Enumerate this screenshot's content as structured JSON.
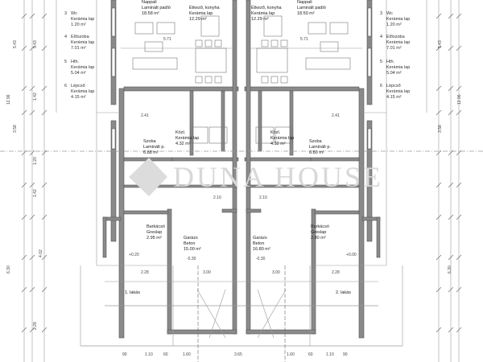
{
  "watermark": "DUNA HOUSE",
  "colors": {
    "wall": "#555555",
    "wall_fill": "#8a8a8a",
    "line": "#9a9a9a",
    "watermark": "#d8d8d8"
  },
  "legend_left": [
    {
      "num": "3",
      "name": "Wc",
      "floor": "Kerámia lap",
      "area": "1.20 m²"
    },
    {
      "num": "4",
      "name": "Előszoba",
      "floor": "Kerámia lap",
      "area": "7.01 m²"
    },
    {
      "num": "5",
      "name": "Hth.",
      "floor": "Kerámia lap",
      "area": "5.04 m²"
    },
    {
      "num": "6",
      "name": "Lépcső",
      "floor": "Kerámia lap",
      "area": "4.15 m²"
    }
  ],
  "legend_right": [
    {
      "num": "3",
      "name": "Wc",
      "floor": "Kerámia lap",
      "area": "1.20 m²"
    },
    {
      "num": "4",
      "name": "Előszoba",
      "floor": "Kerámia lap",
      "area": "7.01 m²"
    },
    {
      "num": "5",
      "name": "Hth.",
      "floor": "Kerámia lap",
      "area": "5.04 m²"
    },
    {
      "num": "6",
      "name": "Lépcső",
      "floor": "Kerámia lap",
      "area": "4.15 m²"
    }
  ],
  "rooms_left": {
    "living": {
      "name": "Nappali",
      "floor": "Laminált padló",
      "area": "18.58 m²"
    },
    "kitchen": {
      "name": "Étkező, konyha",
      "floor": "Kerámia lap",
      "area": "12.29 m²"
    },
    "room": {
      "name": "Szoba",
      "floor": "Laminált p.",
      "area": "6.88 m²"
    },
    "hall": {
      "name": "Közl.",
      "floor": "Kerámia lap",
      "area": "4.32 m²"
    },
    "workshop": {
      "name": "Barkácsó",
      "floor": "Greslap",
      "area": "2.95 m²"
    },
    "garage": {
      "name": "Garázs",
      "floor": "Beton",
      "area": "15.00 m²"
    },
    "unit": "1. lakás"
  },
  "rooms_right": {
    "living": {
      "name": "Nappali",
      "floor": "Laminált padló",
      "area": "18.50 m²"
    },
    "kitchen": {
      "name": "Étkező, konyha",
      "floor": "Kerámia lap",
      "area": "12.29 m²"
    },
    "room": {
      "name": "Szoba",
      "floor": "Laminált p.",
      "area": "6.80 m²"
    },
    "hall": {
      "name": "Közl.",
      "floor": "Kerámia lap",
      "area": "4.32 m²"
    },
    "workshop": {
      "name": "Barkácsó",
      "floor": "Greslap",
      "area": "2.80 m²"
    },
    "garage": {
      "name": "Garázs",
      "floor": "Beton",
      "area": "16.80 m²"
    },
    "unit": "2. lakás"
  },
  "levels": {
    "garage_left": "-0.30",
    "garage_right": "-0.30",
    "entry_left": "+0.20",
    "entry_right": "+0.00"
  },
  "dimensions": {
    "left_outer": [
      "5.43",
      "12.96",
      "3.58",
      "6.30"
    ],
    "left_inner": [
      "5.43",
      "1.42",
      "1.20",
      "1.42",
      "4.02",
      "2.28"
    ],
    "right_outer": [
      "5.43",
      "12.96",
      "3.58",
      "6.30"
    ],
    "bottom": [
      "90",
      "1.10",
      "60",
      "1.60",
      "3.65",
      "1.60",
      "60",
      "1.10",
      "90"
    ],
    "misc": [
      "5.71",
      "5.71",
      "2.41",
      "2.41",
      "2.10",
      "2.10",
      "3.00",
      "3.00",
      "2.28",
      "2.28"
    ]
  }
}
